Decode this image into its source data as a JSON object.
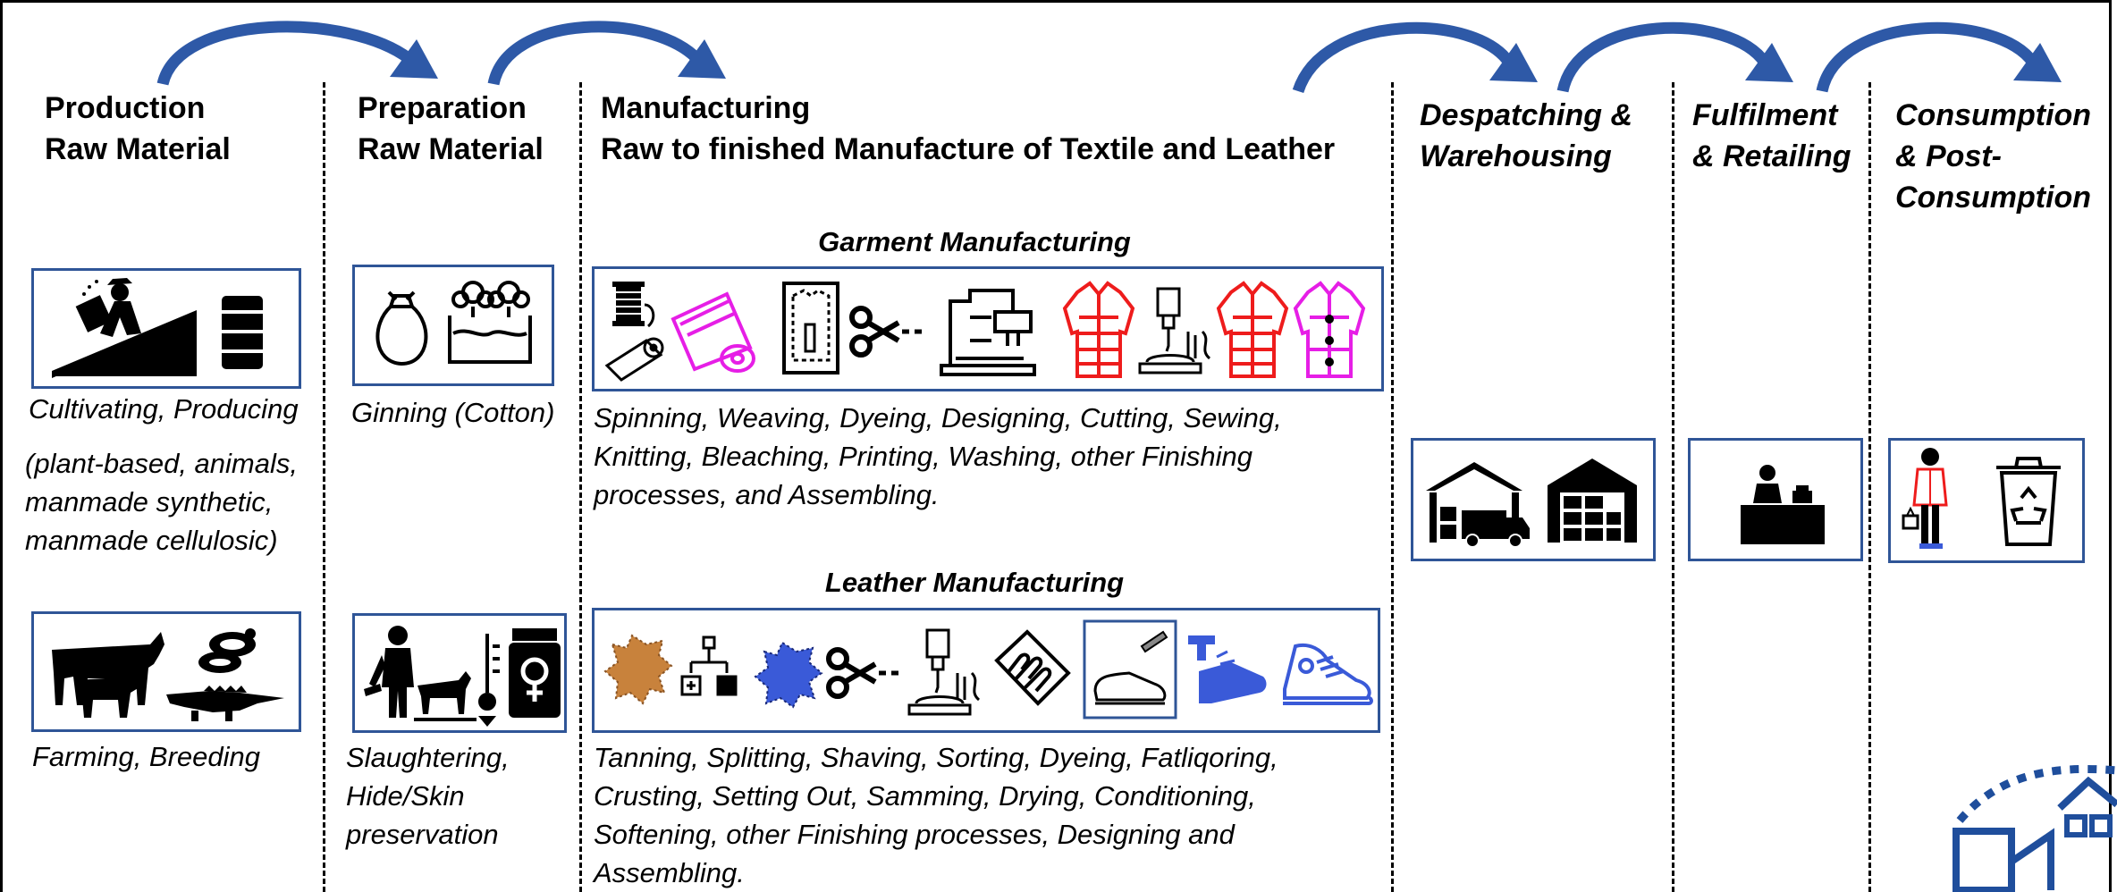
{
  "columns": {
    "production": {
      "title_lines": [
        "Production",
        "Raw Material"
      ]
    },
    "preparation": {
      "title_lines": [
        "Preparation",
        "Raw Material"
      ]
    },
    "manufacturing": {
      "title_lines": [
        "Manufacturing",
        "Raw to finished Manufacture of Textile and Leather"
      ]
    },
    "despatching": {
      "title_lines": [
        "Despatching &",
        "Warehousing"
      ]
    },
    "fulfilment": {
      "title_lines": [
        "Fulfilment",
        "& Retailing"
      ]
    },
    "consumption": {
      "title_lines": [
        "Consumption",
        "& Post-",
        "Consumption"
      ]
    }
  },
  "production": {
    "top_caption": "Cultivating, Producing",
    "top_detail_lines": [
      "(plant-based, animals,",
      "manmade synthetic,",
      "manmade cellulosic)"
    ],
    "top_icons": [
      "farmer-cultivating-icon",
      "oil-barrel-icon"
    ],
    "bottom_caption": "Farming, Breeding",
    "bottom_icons": [
      "cattle-icon",
      "snake-icon",
      "crocodile-icon"
    ]
  },
  "preparation": {
    "top_caption": "Ginning (Cotton)",
    "top_icons": [
      "cotton-sack-icon",
      "cotton-plant-icon"
    ],
    "bottom_caption_lines": [
      "Slaughtering,",
      "Hide/Skin",
      "preservation"
    ],
    "bottom_icons": [
      "butcher-icon",
      "cow-icon",
      "thermometer-icon",
      "preservation-jar-icon"
    ]
  },
  "manufacturing": {
    "garment_title": "Garment Manufacturing",
    "garment_icons": [
      "thread-spool-icon",
      "fabric-roll-icon",
      "garment-pattern-icon",
      "scissors-icon",
      "cutting-machine-icon",
      "jacket-icon",
      "sewing-machine-icon",
      "jacket-icon",
      "jacket-buttons-icon"
    ],
    "garment_desc_lines": [
      "Spinning, Weaving, Dyeing, Designing, Cutting, Sewing,",
      "Knitting, Bleaching, Printing, Washing, other Finishing",
      "processes, and Assembling."
    ],
    "leather_title": "Leather Manufacturing",
    "leather_icons": [
      "leather-hide-icon",
      "sorting-icon",
      "dyed-hide-icon",
      "scissors-icon",
      "sewing-machine-icon",
      "polishing-hand-icon",
      "shoe-design-icon",
      "shoe-fitting-icon",
      "sneaker-icon"
    ],
    "leather_desc_lines": [
      "Tanning, Splitting, Shaving, Sorting, Dyeing, Fatliqoring,",
      "Crusting, Setting Out, Samming, Drying, Conditioning,",
      "Softening, other Finishing processes, Designing and",
      "Assembling."
    ]
  },
  "despatching": {
    "icons": [
      "delivery-truck-garage-icon",
      "warehouse-icon"
    ]
  },
  "fulfilment": {
    "icons": [
      "retail-cashier-icon"
    ]
  },
  "consumption": {
    "icons": [
      "shopper-icon",
      "recycle-bin-icon"
    ]
  },
  "colors": {
    "arrow": "#2e59a7",
    "box_border": "#2f5597",
    "magenta": "#e61ee6",
    "red": "#ee1c1c",
    "leather_brown": "#c8823c",
    "leather_blue": "#3a5ad8",
    "logo_blue": "#1f4e9c"
  }
}
